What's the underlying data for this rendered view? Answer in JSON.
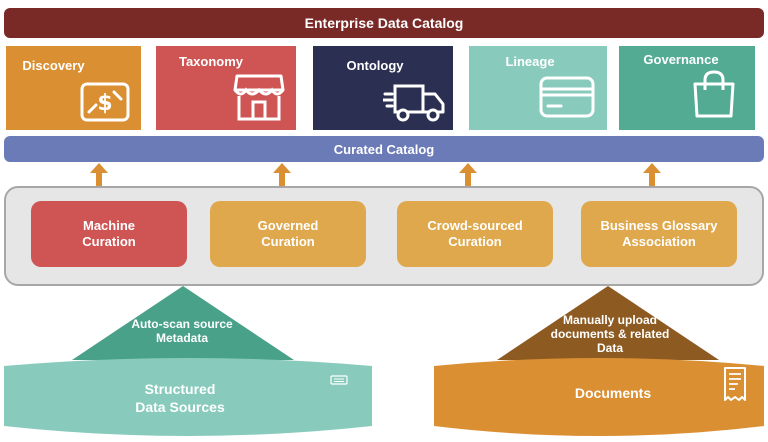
{
  "title": "Enterprise Data  Catalog",
  "tiles": [
    {
      "label": "Discovery",
      "icon": "money-icon",
      "color": "#db8f33"
    },
    {
      "label": "Taxonomy",
      "icon": "storefront-icon",
      "color": "#cf5554"
    },
    {
      "label": "Ontology",
      "icon": "truck-icon",
      "color": "#2b3052"
    },
    {
      "label": "Lineage",
      "icon": "credit-card-icon",
      "color": "#88cbbd"
    },
    {
      "label": "Governance",
      "icon": "shopping-bag-icon",
      "color": "#54ab93"
    }
  ],
  "curated": "Curated Catalog",
  "curations": [
    {
      "line1": "Machine",
      "line2": "Curation",
      "color": "#cf5554"
    },
    {
      "line1": "Governed",
      "line2": "Curation",
      "color": "#dfa84c"
    },
    {
      "line1": "Crowd-sourced",
      "line2": "Curation",
      "color": "#dfa84c"
    },
    {
      "line1": "Business Glossary",
      "line2": "Association",
      "color": "#dfa84c"
    }
  ],
  "auto_scan": {
    "line1": "Auto-scan source",
    "line2": "Metadata"
  },
  "manual_upload": {
    "line1": "Manually upload",
    "line2": "documents & related",
    "line3": "Data"
  },
  "structured": {
    "line1": "Structured",
    "line2": "Data Sources"
  },
  "documents": "Documents"
}
